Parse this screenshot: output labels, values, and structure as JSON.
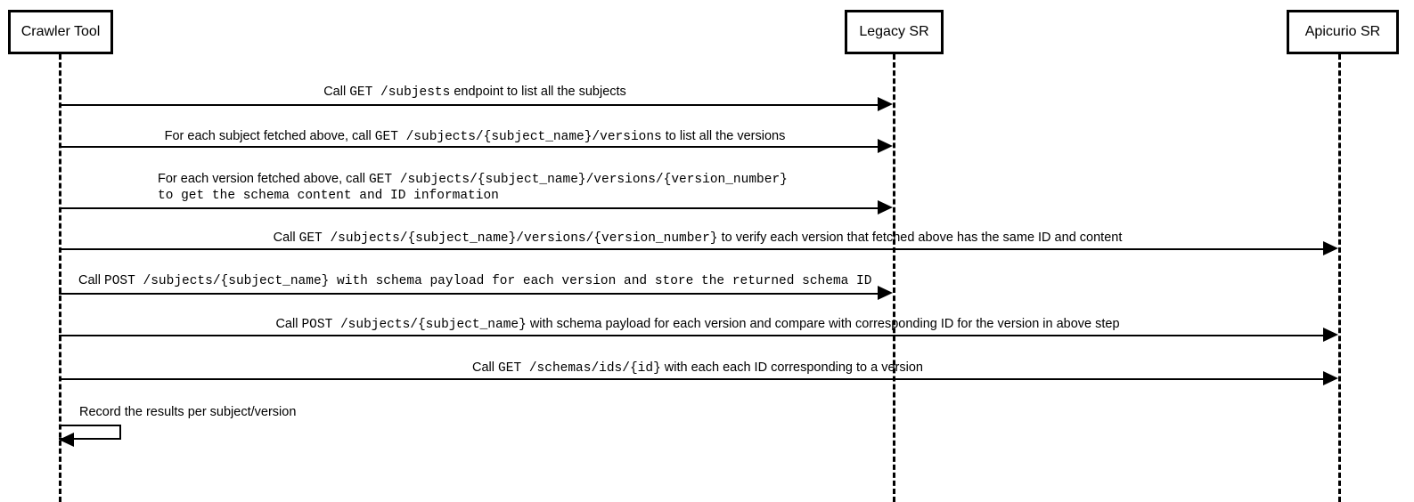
{
  "diagram": {
    "type": "sequence-diagram",
    "title": "Schema Registry Crawler Tool sequence",
    "background_color": "#ffffff",
    "line_color": "#000000",
    "participants": [
      {
        "id": "crawler",
        "label": "Crawler Tool"
      },
      {
        "id": "legacy",
        "label": "Legacy SR"
      },
      {
        "id": "apicurio",
        "label": "Apicurio SR"
      }
    ],
    "messages": [
      {
        "index": 1,
        "from": "crawler",
        "to": "legacy",
        "direction": "right",
        "label_plain": "Call GET /subjests endpoint to list all the subjects",
        "lines": [
          [
            {
              "text": "Call ",
              "style": "sans"
            },
            {
              "text": "GET /subjests",
              "style": "mono"
            },
            {
              "text": " endpoint to list all the subjects",
              "style": "sans"
            }
          ]
        ]
      },
      {
        "index": 2,
        "from": "crawler",
        "to": "legacy",
        "direction": "right",
        "label_plain": "For each subject fetched above, call GET /subjects/{subject_name}/versions to list all the versions",
        "lines": [
          [
            {
              "text": "For each subject fetched above, call ",
              "style": "sans"
            },
            {
              "text": "GET /subjects/{subject_name}/versions",
              "style": "mono"
            },
            {
              "text": " to list all the versions",
              "style": "sans"
            }
          ]
        ]
      },
      {
        "index": 3,
        "from": "crawler",
        "to": "legacy",
        "direction": "right",
        "label_plain": "For each version fetched above, call GET /subjects/{subject_name}/versions/{version_number} to get the schema content and ID information",
        "lines": [
          [
            {
              "text": "For each version fetched above, call ",
              "style": "sans"
            },
            {
              "text": "GET /subjects/{subject_name}/versions/{version_number}",
              "style": "mono"
            }
          ],
          [
            {
              "text": "to get the schema content and ID information",
              "style": "mono"
            }
          ]
        ]
      },
      {
        "index": 4,
        "from": "crawler",
        "to": "apicurio",
        "direction": "right",
        "label_plain": "Call GET /subjects/{subject_name}/versions/{version_number} to verify each version that fetched above has the same ID and content",
        "lines": [
          [
            {
              "text": "Call ",
              "style": "sans"
            },
            {
              "text": "GET /subjects/{subject_name}/versions/{version_number}",
              "style": "mono"
            },
            {
              "text": " to verify each version that fetched above has the same ID and content",
              "style": "sans"
            }
          ]
        ]
      },
      {
        "index": 5,
        "from": "crawler",
        "to": "legacy",
        "direction": "right",
        "label_plain": "Call POST /subjects/{subject_name} with schema payload for each version and store the returned schema ID",
        "lines": [
          [
            {
              "text": "Call ",
              "style": "sans"
            },
            {
              "text": "POST /subjects/{subject_name} with schema payload for each version and store the returned schema ID",
              "style": "mono"
            }
          ]
        ]
      },
      {
        "index": 6,
        "from": "crawler",
        "to": "apicurio",
        "direction": "right",
        "label_plain": "Call POST /subjects/{subject_name} with schema payload for each version and compare with corresponding ID for the version in above step",
        "lines": [
          [
            {
              "text": "Call ",
              "style": "sans"
            },
            {
              "text": "POST /subjects/{subject_name}",
              "style": "mono"
            },
            {
              "text": " with schema payload for each version and compare with corresponding ID for the version in above step",
              "style": "sans"
            }
          ]
        ]
      },
      {
        "index": 7,
        "from": "crawler",
        "to": "apicurio",
        "direction": "right",
        "label_plain": "Call GET /schemas/ids/{id} with each each ID corresponding to a version",
        "lines": [
          [
            {
              "text": "Call ",
              "style": "sans"
            },
            {
              "text": "GET /schemas/ids/{id}",
              "style": "mono"
            },
            {
              "text": " with each each ID corresponding to a version",
              "style": "sans"
            }
          ]
        ]
      },
      {
        "index": 8,
        "from": "crawler",
        "to": "crawler",
        "direction": "self",
        "label_plain": "Record the results per subject/version",
        "lines": [
          [
            {
              "text": "Record the results per subject/version",
              "style": "sans"
            }
          ]
        ]
      }
    ]
  }
}
